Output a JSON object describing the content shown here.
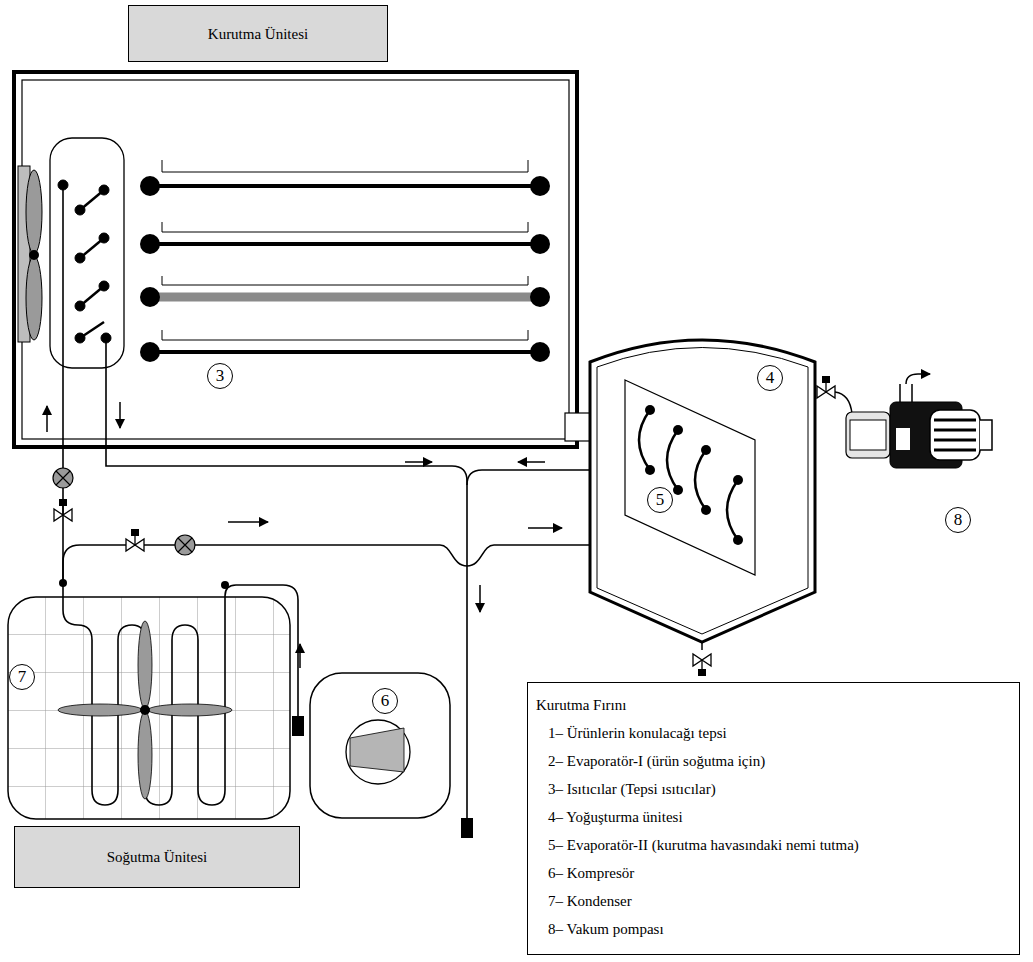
{
  "diagram": {
    "nodes": [
      {
        "text": [
          "Kurutma Ünitesi"
        ]
      },
      {
        "text": [
          "Soğutma Ünitesi"
        ]
      },
      {
        "text": [
          "Kurutma Fırını",
          "1– Ürünlerin konulacağı tepsi",
          "2– Evaporatör-I (ürün soğutma için)",
          "3– Isıtıcılar (Tepsi ısıtıcılar)",
          "4– Yoğuşturma ünitesi",
          "5– Evaporatör-II (kurutma havasındaki nemi tutma)",
          "6– Kompresör",
          "7– Kondenser",
          "8– Vakum pompası"
        ]
      }
    ],
    "labels": [
      "3",
      "4",
      "5",
      "6",
      "7",
      "8"
    ]
  }
}
